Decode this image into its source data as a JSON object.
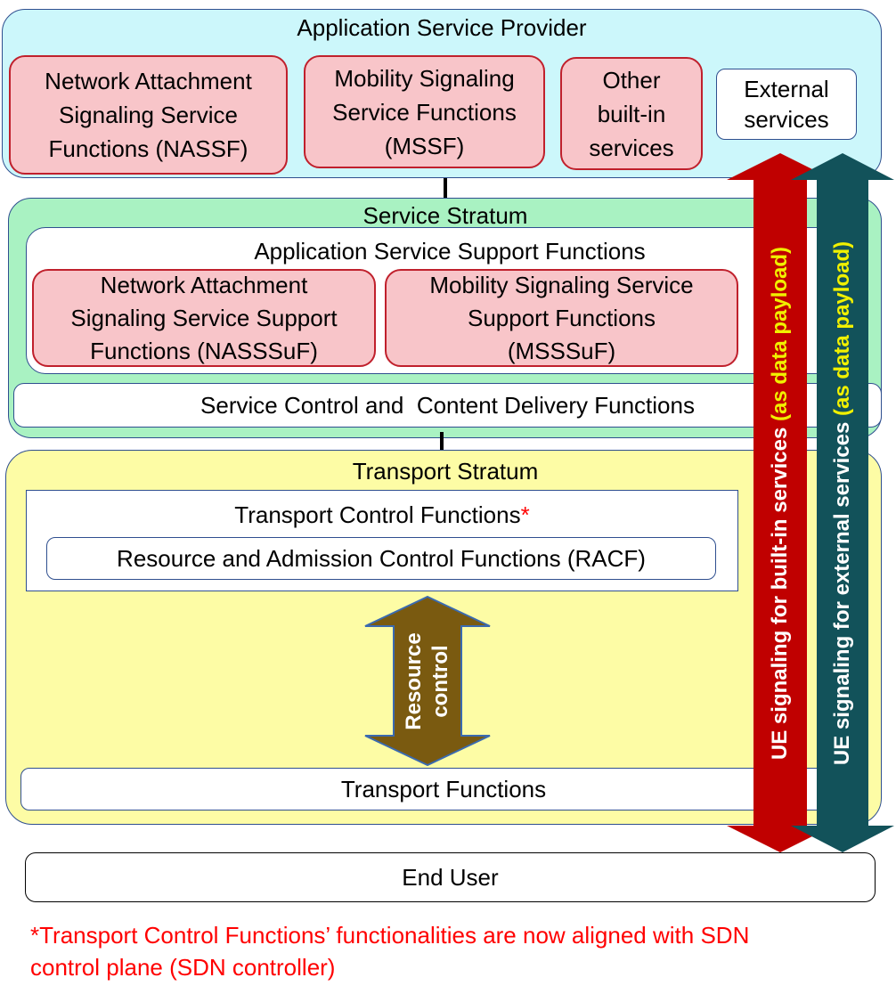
{
  "asp": {
    "title": "Application Service Provider",
    "nassf_lines": [
      "Network Attachment",
      "Signaling Service",
      "Functions (NASSF)"
    ],
    "mssf_lines": [
      "Mobility Signaling",
      "Service Functions",
      "(MSSF)"
    ],
    "other_lines": [
      "Other",
      "built-in",
      "services"
    ],
    "external_lines": [
      "External",
      "services"
    ]
  },
  "service_stratum": {
    "title": "Service Stratum",
    "assf_title": "Application Service Support Functions",
    "nasssuf_lines": [
      "Network Attachment",
      "Signaling Service Support",
      "Functions (NASSSuF)"
    ],
    "msssuf_lines": [
      "Mobility Signaling Service",
      "Support Functions",
      "(MSSSuF)"
    ],
    "scdf": "Service Control and  Content Delivery Functions"
  },
  "transport_stratum": {
    "title": "Transport Stratum",
    "tcf_title": "Transport Control Functions",
    "tcf_asterisk": "*",
    "racf": "Resource and Admission Control Functions (RACF)",
    "resource_control_lines": [
      "Resource",
      "control"
    ],
    "transport_functions": "Transport Functions"
  },
  "end_user": "End User",
  "arrows": {
    "builtin_main": "UE signaling for built-in services ",
    "builtin_payload": "(as data payload)",
    "external_main": "UE signaling for external services ",
    "external_payload": "(as data payload)"
  },
  "footnote_lines": [
    "*Transport Control Functions’ functionalities are now aligned with SDN",
    "control plane (SDN controller)"
  ],
  "colors": {
    "asp_bg": "#ccf7fb",
    "service_bg": "#a9f2c2",
    "transport_bg": "#fdfca5",
    "pink_bg": "#f8c5c9",
    "builtin_arrow": "#c00000",
    "external_arrow": "#12525a",
    "resource_arrow": "#7a5a10",
    "payload_text": "#f0f000",
    "footnote": "#ff0000"
  }
}
